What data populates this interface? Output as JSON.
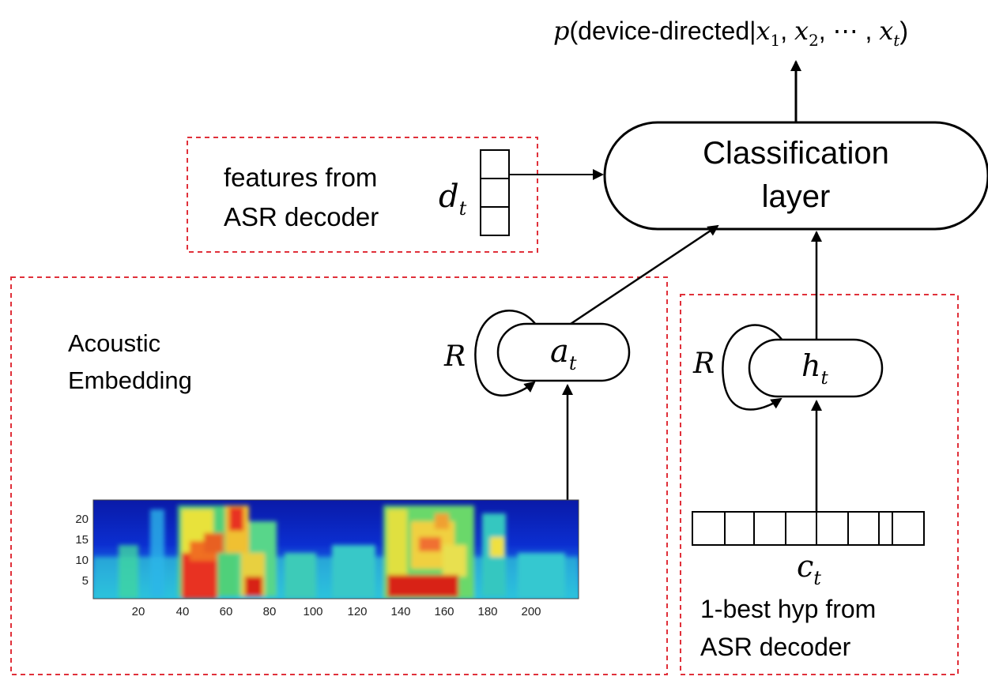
{
  "output": {
    "prefix": "p",
    "text": "(device-directed|",
    "x1": "x",
    "s1": "1",
    "x2": "x",
    "s2": "2",
    "dots": "⋯",
    "xt": "x",
    "st": "t",
    "close": ")"
  },
  "classifier": {
    "line1": "Classification",
    "line2": "layer"
  },
  "decoder_features": {
    "line1": "features from",
    "line2": "ASR decoder",
    "var": "d",
    "sub": "t"
  },
  "acoustic": {
    "line1": "Acoustic",
    "line2": "Embedding",
    "recurrent_label": "R",
    "node_var": "a",
    "node_sub": "t"
  },
  "hypothesis": {
    "recurrent_label": "R",
    "node_var": "h",
    "node_sub": "t",
    "input_var": "c",
    "input_sub": "t",
    "line1": "1-best hyp from",
    "line2": "ASR decoder"
  },
  "spectrogram": {
    "y_ticks": [
      "20",
      "15",
      "10",
      "5"
    ],
    "x_ticks": [
      "20",
      "40",
      "60",
      "80",
      "100",
      "120",
      "140",
      "160",
      "180",
      "200"
    ]
  },
  "colors": {
    "box_border": "#e0303a",
    "line": "#000000"
  }
}
